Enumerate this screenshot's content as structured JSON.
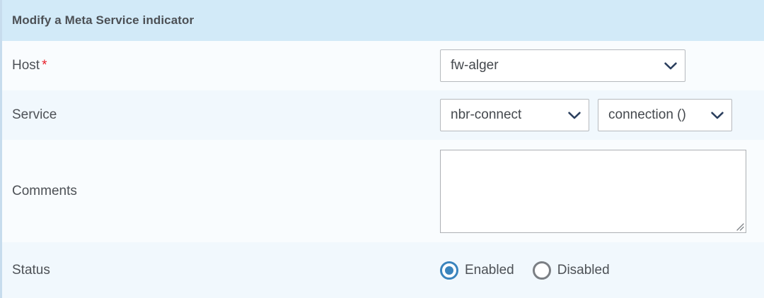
{
  "panel": {
    "header_title": "Modify a Meta Service indicator",
    "header_bg": "#d2eaf8",
    "accent_border": "#c7dced"
  },
  "form": {
    "rows": [
      {
        "id": "host",
        "label": "Host",
        "required": true,
        "required_marker": "*",
        "control": "select",
        "select_value": "fw-alger"
      },
      {
        "id": "service",
        "label": "Service",
        "required": false,
        "control": "select-pair",
        "select_value": "nbr-connect",
        "select_value_2": "connection ()"
      },
      {
        "id": "comments",
        "label": "Comments",
        "required": false,
        "control": "textarea",
        "textarea_value": "",
        "textarea_placeholder": ""
      },
      {
        "id": "status",
        "label": "Status",
        "required": false,
        "control": "radio",
        "options": [
          {
            "label": "Enabled",
            "selected": true
          },
          {
            "label": "Disabled",
            "selected": false
          }
        ]
      }
    ]
  },
  "icons": {
    "chevron_down": "chevron-down-icon",
    "resize_grip": "resize-grip-icon"
  },
  "colors": {
    "required_star": "#e8202a",
    "radio_selected": "#3a84bd",
    "radio_unselected": "#7b7f84",
    "chevron": "#2b3f5e",
    "label_text": "#4d5156",
    "row_odd": "#f9fcfe",
    "row_even": "#f1f8fd"
  }
}
